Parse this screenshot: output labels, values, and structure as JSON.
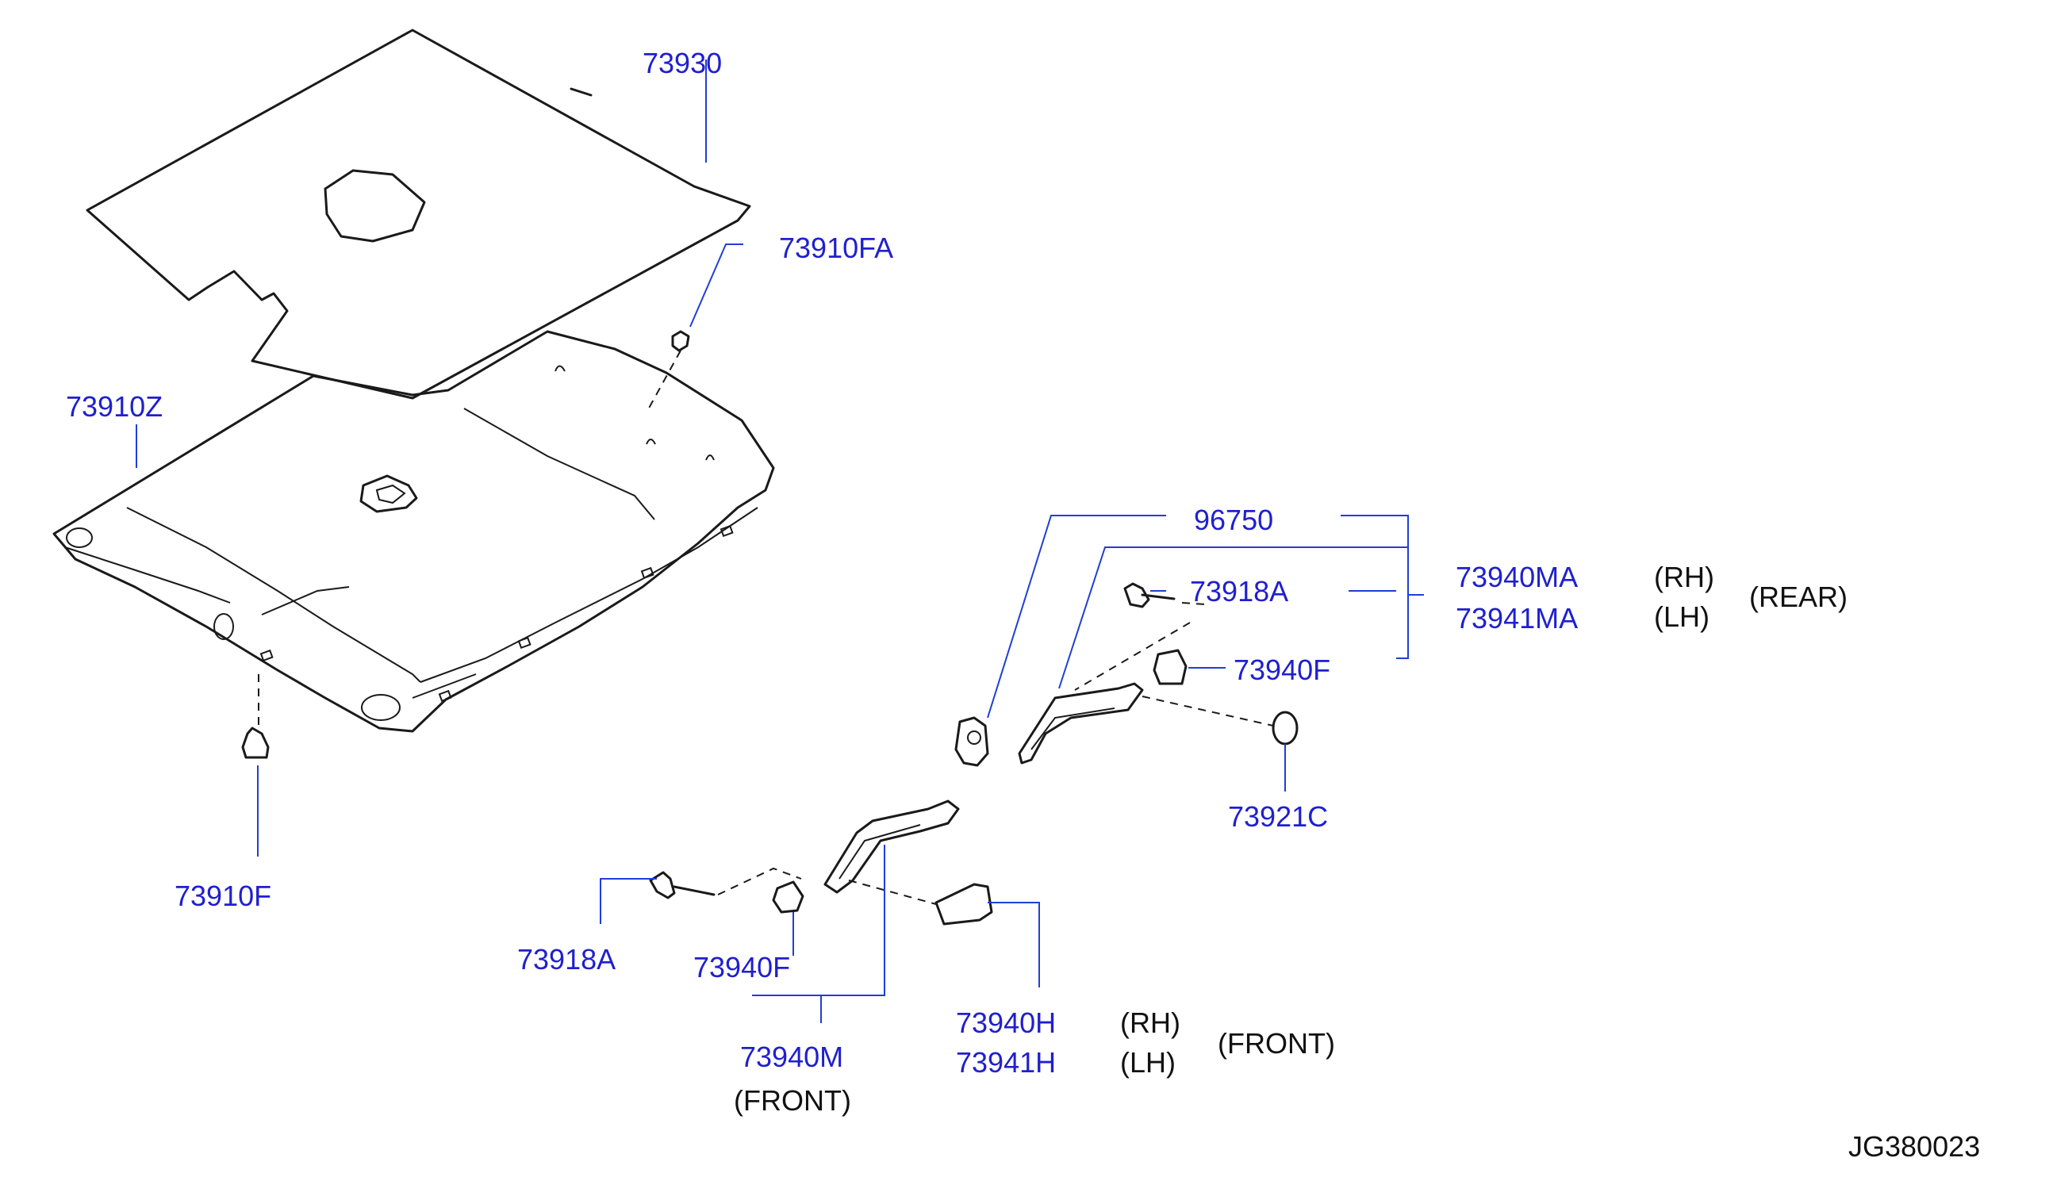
{
  "labels": {
    "p73930": "73930",
    "p73910FA": "73910FA",
    "p73910Z": "73910Z",
    "p73910F": "73910F",
    "p96750": "96750",
    "p73918A_rear": "73918A",
    "p73940MA": "73940MA",
    "p73941MA": "73941MA",
    "p73940F_rear": "73940F",
    "p73921C": "73921C",
    "p73918A_front": "73918A",
    "p73940F_front": "73940F",
    "p73940M": "73940M",
    "p73940H": "73940H",
    "p73941H": "73941H"
  },
  "notes": {
    "rh_rear": "(RH)",
    "lh_rear": "(LH)",
    "rear": "(REAR)",
    "front_m": "(FRONT)",
    "rh_front": "(RH)",
    "lh_front": "(LH)",
    "front_h": "(FRONT)"
  },
  "diagram_code": "JG380023",
  "colors": {
    "label": "#1f1fcf",
    "leader": "#1f3fd6",
    "line": "#1a1a1a",
    "background": "#ffffff"
  }
}
